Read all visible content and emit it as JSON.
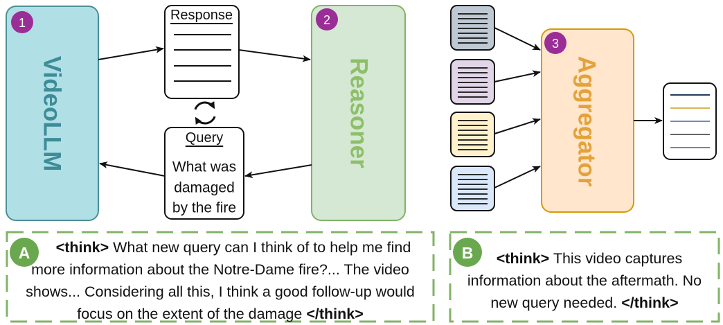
{
  "diagram": {
    "videollm": {
      "label": "VideoLLM",
      "badge": "1"
    },
    "response": {
      "title": "Response"
    },
    "query": {
      "title": "Query",
      "lines": [
        "What was",
        "damaged",
        "by the fire"
      ]
    },
    "reasoner": {
      "label": "Reasoner",
      "badge": "2"
    },
    "aggregator": {
      "label": "Aggregator",
      "badge": "3"
    }
  },
  "panel_a": {
    "badge": "A",
    "open_tag": "<think>",
    "lines": [
      "What new query can I think of to help me find",
      "more information about the Notre-Dame fire?... The video",
      "shows... Considering all this, I think a good follow-up would",
      "focus on the extent of the damage"
    ],
    "close_tag": "</think>"
  },
  "panel_b": {
    "badge": "B",
    "open_tag": "<think>",
    "lines": [
      "This video captures",
      "information about the aftermath. No",
      "new query needed."
    ],
    "close_tag": "</think>"
  },
  "colors": {
    "videollm_fill": "#b0dfe6",
    "videollm_stroke": "#4b8f99",
    "videollm_text": "#3d8c98",
    "reasoner_fill": "#d5e8d4",
    "reasoner_stroke": "#82b366",
    "reasoner_text": "#8dbf69",
    "aggregator_fill": "#ffe6cc",
    "aggregator_stroke": "#d79b00",
    "aggregator_text": "#e3a23b",
    "step_badge": "#9b2d96",
    "panel_badge": "#6aa84f",
    "panel_border": "#82b366",
    "doc_fills": [
      "#bfc9d3",
      "#e1d5e7",
      "#fff2cc",
      "#dae8fc"
    ],
    "output_lines": [
      "#1f3b5c",
      "#d6b656",
      "#6c8ebf",
      "#666666",
      "#9673a6"
    ]
  }
}
